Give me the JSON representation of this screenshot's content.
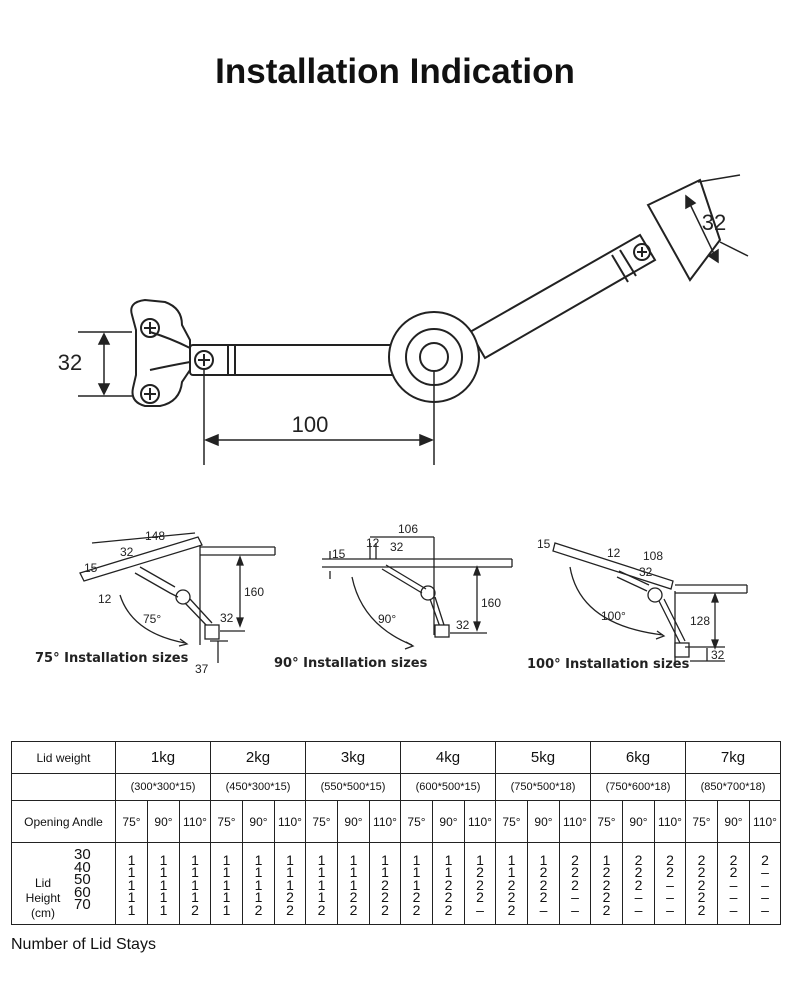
{
  "title": "Installation Indication",
  "main_drawing": {
    "dim_height_left": "32",
    "dim_length": "100",
    "dim_height_right": "32"
  },
  "diagrams": [
    {
      "caption": "75° Installation sizes",
      "dims": {
        "a": "148",
        "b": "32",
        "c": "15",
        "d": "12",
        "e": "160",
        "f": "32",
        "g": "37"
      },
      "angle": "75°"
    },
    {
      "caption": "90° Installation sizes",
      "dims": {
        "a": "106",
        "b": "12",
        "c": "32",
        "d": "15",
        "e": "160",
        "f": "32"
      },
      "angle": "90°"
    },
    {
      "caption": "100° Installation sizes",
      "dims": {
        "a": "15",
        "b": "12",
        "c": "108",
        "d": "32",
        "e": "128",
        "f": "32"
      },
      "angle": "100°"
    }
  ],
  "table": {
    "lid_weight_label": "Lid weight",
    "opening_label": "Opening Andle",
    "lid_height_label": "Lid Height",
    "lid_height_unit": "(cm)",
    "heights": [
      "30",
      "40",
      "50",
      "60",
      "70"
    ],
    "angles": [
      "75°",
      "90°",
      "110°"
    ],
    "weights": [
      {
        "weight": "1kg",
        "size": "(300*300*15)",
        "cols": [
          [
            "1",
            "1",
            "1",
            "1",
            "1"
          ],
          [
            "1",
            "1",
            "1",
            "1",
            "1"
          ],
          [
            "1",
            "1",
            "1",
            "1",
            "2"
          ]
        ]
      },
      {
        "weight": "2kg",
        "size": "(450*300*15)",
        "cols": [
          [
            "1",
            "1",
            "1",
            "1",
            "1"
          ],
          [
            "1",
            "1",
            "1",
            "1",
            "2"
          ],
          [
            "1",
            "1",
            "1",
            "2",
            "2"
          ]
        ]
      },
      {
        "weight": "3kg",
        "size": "(550*500*15)",
        "cols": [
          [
            "1",
            "1",
            "1",
            "1",
            "2"
          ],
          [
            "1",
            "1",
            "1",
            "2",
            "2"
          ],
          [
            "1",
            "1",
            "2",
            "2",
            "2"
          ]
        ]
      },
      {
        "weight": "4kg",
        "size": "(600*500*15)",
        "cols": [
          [
            "1",
            "1",
            "1",
            "2",
            "2"
          ],
          [
            "1",
            "1",
            "2",
            "2",
            "2"
          ],
          [
            "1",
            "2",
            "2",
            "2",
            "–"
          ]
        ]
      },
      {
        "weight": "5kg",
        "size": "(750*500*18)",
        "cols": [
          [
            "1",
            "1",
            "2",
            "2",
            "2"
          ],
          [
            "1",
            "2",
            "2",
            "2",
            "–"
          ],
          [
            "2",
            "2",
            "2",
            "–",
            "–"
          ]
        ]
      },
      {
        "weight": "6kg",
        "size": "(750*600*18)",
        "cols": [
          [
            "1",
            "2",
            "2",
            "2",
            "2"
          ],
          [
            "2",
            "2",
            "2",
            "–",
            "–"
          ],
          [
            "2",
            "2",
            "–",
            "–",
            "–"
          ]
        ]
      },
      {
        "weight": "7kg",
        "size": "(850*700*18)",
        "cols": [
          [
            "2",
            "2",
            "2",
            "2",
            "2"
          ],
          [
            "2",
            "2",
            "–",
            "–",
            "–"
          ],
          [
            "2",
            "–",
            "–",
            "–",
            "–"
          ]
        ]
      }
    ]
  },
  "footnote": "Number of Lid Stays"
}
